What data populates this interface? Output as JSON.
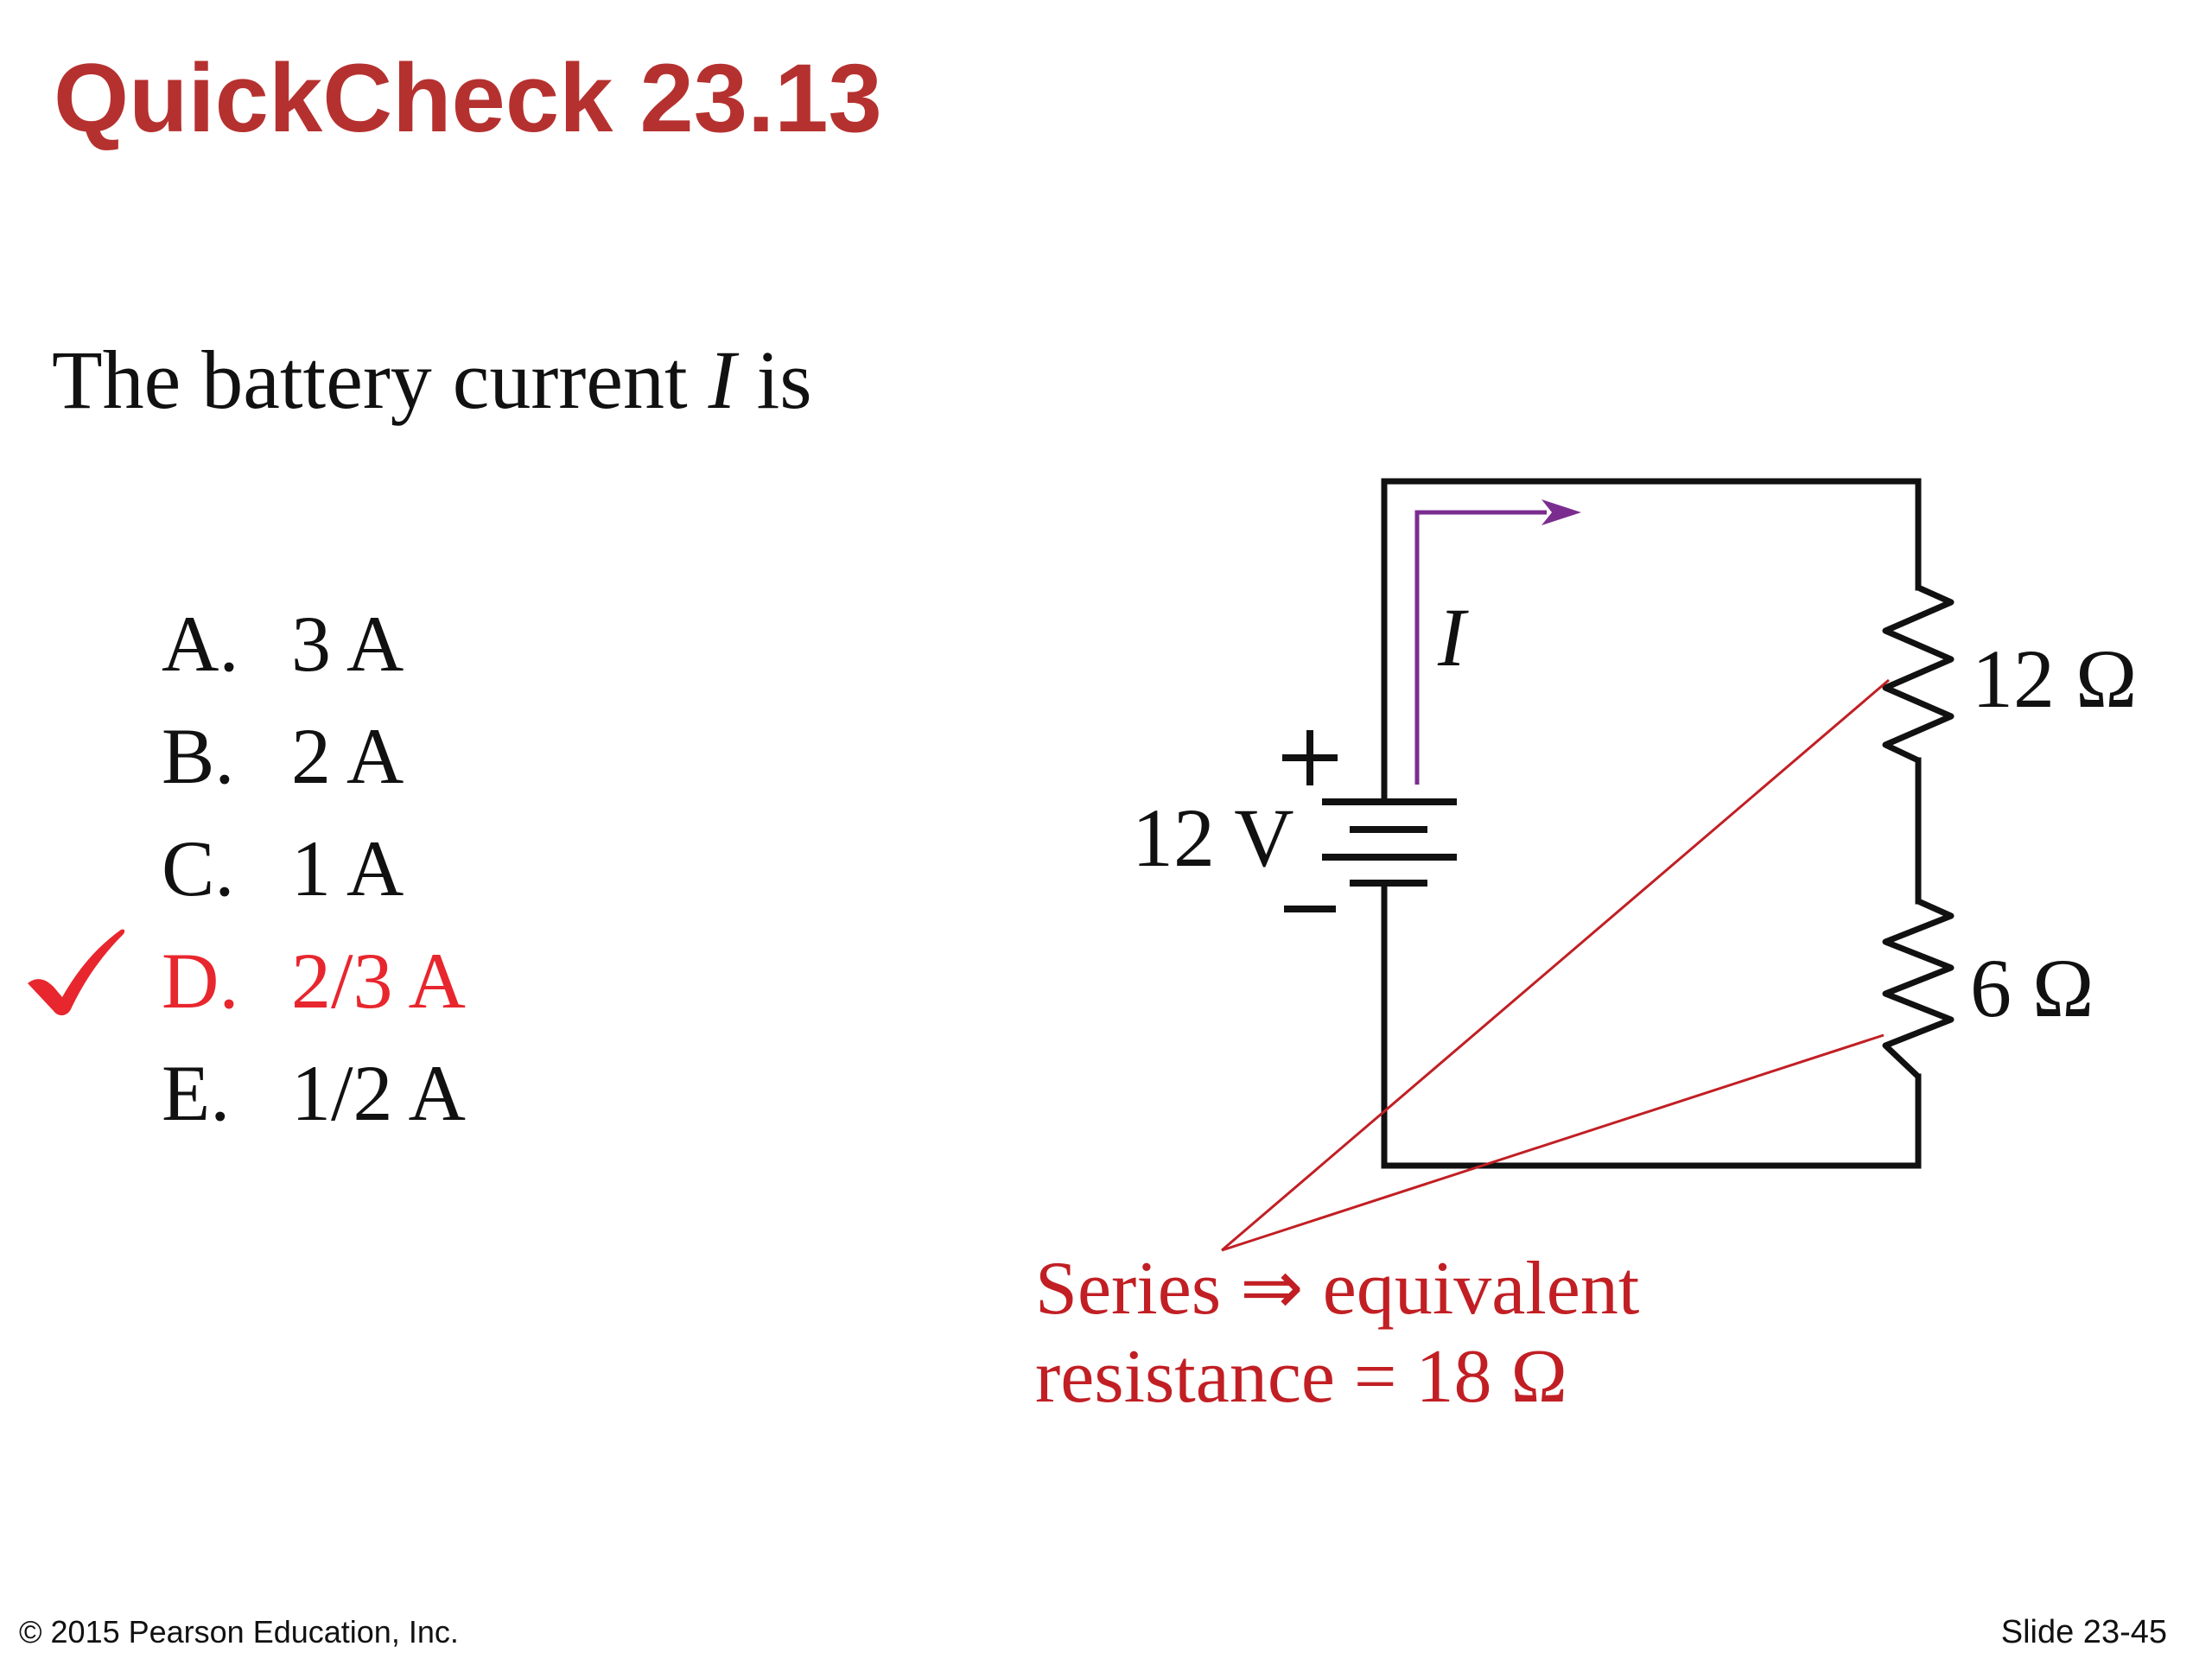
{
  "slide": {
    "title": "QuickCheck 23.13",
    "question": {
      "before": "The battery current ",
      "variable": "I",
      "after": " is"
    },
    "options": [
      {
        "letter": "A.",
        "value": "3 A",
        "correct": false
      },
      {
        "letter": "B.",
        "value": "2 A",
        "correct": false
      },
      {
        "letter": "C.",
        "value": "1 A",
        "correct": false
      },
      {
        "letter": "D.",
        "value": "2/3 A",
        "correct": true
      },
      {
        "letter": "E.",
        "value": "1/2 A",
        "correct": false
      }
    ],
    "answer_mark_icon": "checkmark-icon"
  },
  "circuit": {
    "battery_voltage": "12 V",
    "plus_sign": "+",
    "minus_sign": "−",
    "current_label": "I",
    "resistor_1": "12 Ω",
    "resistor_2": "6 Ω",
    "annotation_line1": "Series ⇒ equivalent",
    "annotation_line2": "resistance = 18 Ω"
  },
  "colors": {
    "title": "#b5312f",
    "correct": "#e8262e",
    "annotation": "#c11f24",
    "current_arrow": "#7b2d8f",
    "wire": "#111111"
  },
  "footer": {
    "copyright": "© 2015 Pearson Education, Inc.",
    "slide_number": "Slide 23-45"
  }
}
